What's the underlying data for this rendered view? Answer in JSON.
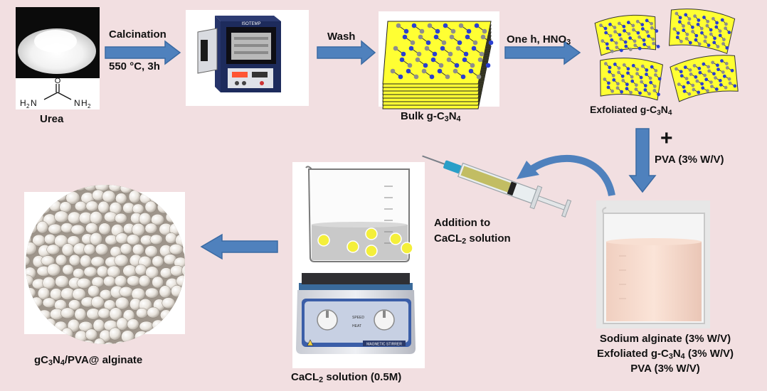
{
  "colors": {
    "background": "#f2dfe1",
    "arrow_fill": "#4f81bd",
    "arrow_stroke": "#3a6aa3",
    "sheet_yellow": "#ffff33",
    "atom_blue": "#2a3fd1",
    "atom_gray": "#8d8d8d",
    "bead_yellow": "#f4ef3a"
  },
  "labels": {
    "urea": "Urea",
    "calcination_1": "Calcination",
    "calcination_2": "550 °C, 3h",
    "wash": "Wash",
    "bulk_prefix": "Bulk g-C",
    "one_h_prefix": "One h, HNO",
    "exfoliated_prefix": "Exfoliated g-C",
    "plus": "+",
    "pva": "PVA (3% W/V)",
    "addition_1": "Addition to",
    "addition_2_prefix": "CaCL",
    "addition_2_suffix": " solution",
    "mix_line1": "Sodium alginate (3% W/V)",
    "mix_line2_prefix": "Exfoliated g-C",
    "mix_line2_suffix": " (3% W/V)",
    "mix_line3": "PVA (3% W/V)",
    "cacl2_prefix": "CaCL",
    "cacl2_suffix": " solution (0.5M)",
    "product_prefix": "gC",
    "product_suffix": "/PVA@ alginate",
    "furnace_plate": "ISOTEMP",
    "stirrer_plate": "MAGNETIC STIRRER",
    "knob_left": "SPEED",
    "knob_right": "HEAT"
  },
  "subscripts": {
    "three": "3",
    "four": "4",
    "two": "2"
  },
  "structure": {
    "left": "H",
    "left_sub": "2",
    "left_n": "N",
    "right_n": "N",
    "right": "H",
    "right_sub": "2",
    "oxygen": "O"
  }
}
